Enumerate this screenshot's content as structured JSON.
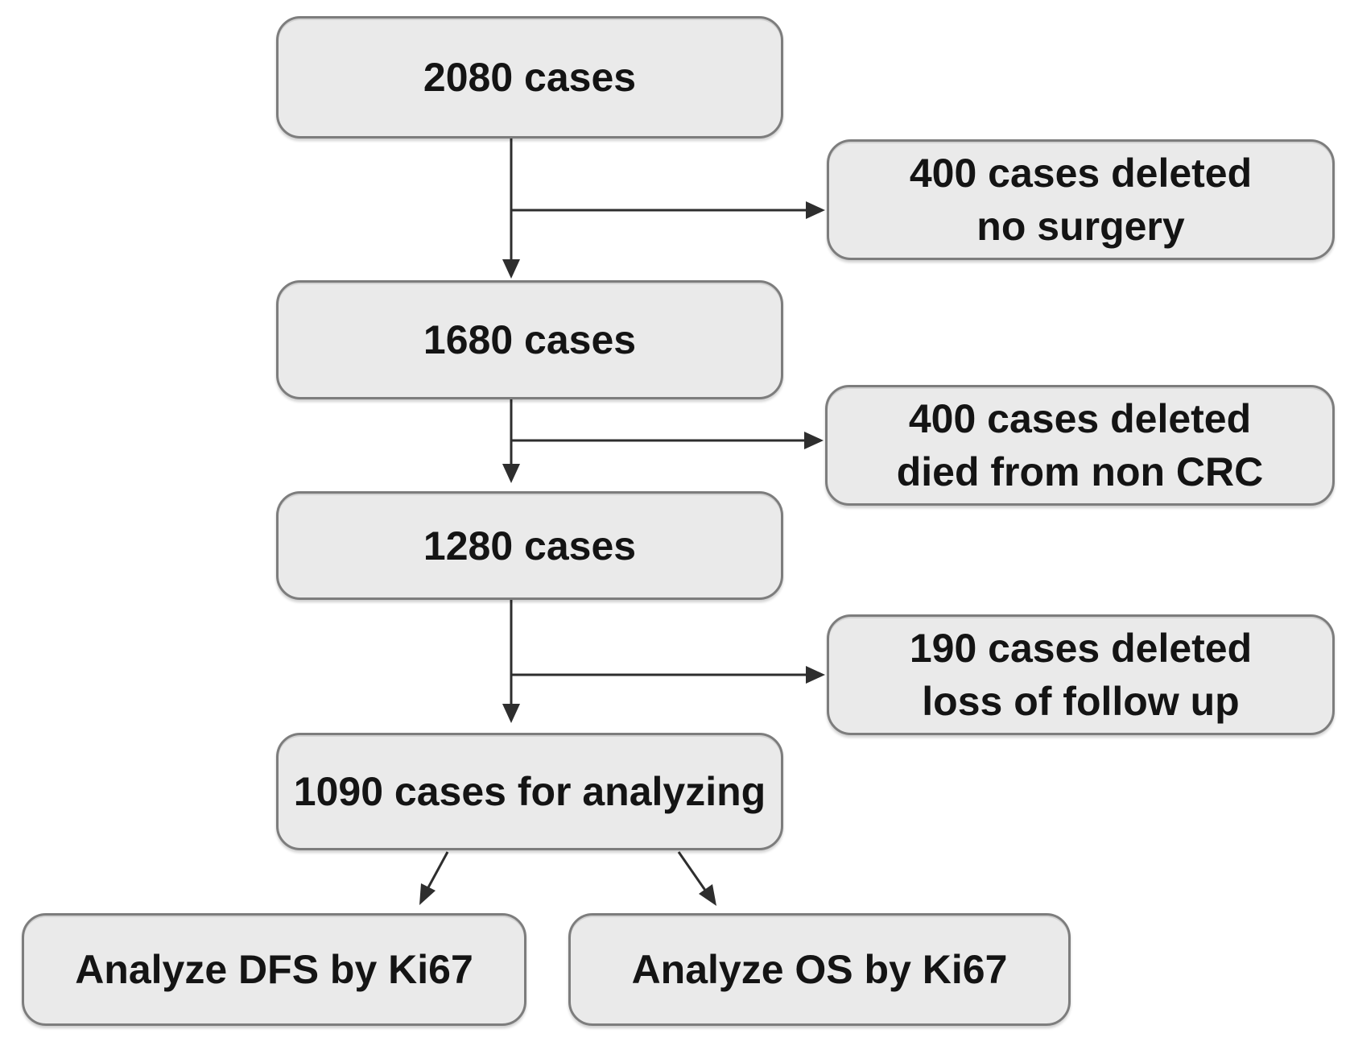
{
  "figure": {
    "type": "flowchart",
    "description": "Case selection flow diagram",
    "main_nodes": [
      {
        "id": "cases-2080",
        "label": "2080 cases"
      },
      {
        "id": "cases-1680",
        "label": "1680 cases"
      },
      {
        "id": "cases-1280",
        "label": "1280 cases"
      },
      {
        "id": "cases-1090",
        "label": "1090 cases for analyzing"
      }
    ],
    "exclusion_nodes": [
      {
        "id": "deleted-no-surgery",
        "line1": "400 cases deleted",
        "line2": "no surgery"
      },
      {
        "id": "deleted-non-crc",
        "line1": "400 cases deleted",
        "line2": "died from non CRC"
      },
      {
        "id": "deleted-follow-up",
        "line1": "190 cases deleted",
        "line2": "loss of follow up"
      }
    ],
    "outcome_nodes": [
      {
        "id": "analyze-dfs",
        "label": "Analyze DFS by Ki67"
      },
      {
        "id": "analyze-os",
        "label": "Analyze OS by Ki67"
      }
    ],
    "edges": [
      {
        "from": "cases-2080",
        "to": "cases-1680"
      },
      {
        "from": "cases-2080",
        "to": "deleted-no-surgery"
      },
      {
        "from": "cases-1680",
        "to": "cases-1280"
      },
      {
        "from": "cases-1680",
        "to": "deleted-non-crc"
      },
      {
        "from": "cases-1280",
        "to": "cases-1090"
      },
      {
        "from": "cases-1280",
        "to": "deleted-follow-up"
      },
      {
        "from": "cases-1090",
        "to": "analyze-dfs"
      },
      {
        "from": "cases-1090",
        "to": "analyze-os"
      }
    ]
  },
  "colors": {
    "bg": "#ffffff",
    "box_fill": "#eaeaea",
    "box_border": "#7d7d7d",
    "arrow": "#2e2e2e",
    "text": "#141414"
  }
}
